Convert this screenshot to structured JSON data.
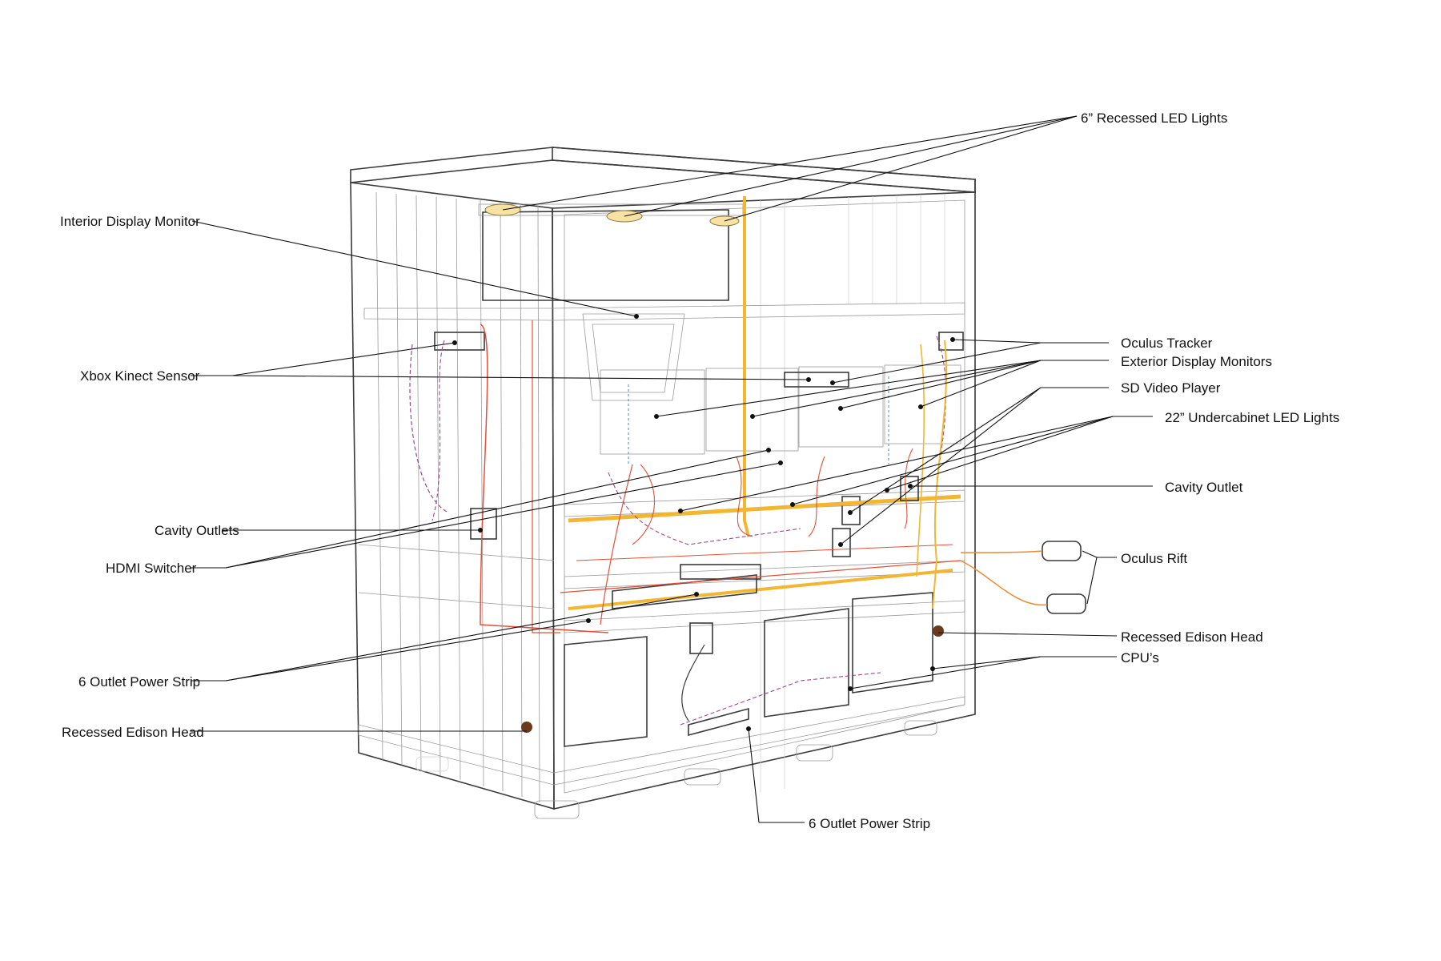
{
  "labels": {
    "recessed_led_lights": "6” Recessed LED Lights",
    "interior_display_monitor": "Interior Display Monitor",
    "xbox_kinect_sensor": "Xbox Kinect Sensor",
    "cavity_outlets": "Cavity Outlets",
    "hdmi_switcher": "HDMI Switcher",
    "power_strip_left": "6 Outlet Power Strip",
    "recessed_edison_head_left": "Recessed Edison Head",
    "oculus_tracker": "Oculus Tracker",
    "exterior_display_monitors": "Exterior Display Monitors",
    "sd_video_player": "SD Video Player",
    "undercabinet_led_lights": "22” Undercabinet LED Lights",
    "cavity_outlet": "Cavity Outlet",
    "oculus_rift": "Oculus Rift",
    "recessed_edison_head_right": "Recessed Edison Head",
    "cpus": "CPU’s",
    "power_strip_bottom": "6 Outlet Power Strip"
  },
  "colors": {
    "structure_line": "#3a3a3a",
    "led_wire": "#f2b632",
    "power_wire_red": "#e0523a",
    "power_wire_orange": "#f08a2c",
    "data_wire_purple": "#9b4a8c",
    "data_wire_blue": "#4a8fb8",
    "edison_head": "#6b3a1e"
  }
}
